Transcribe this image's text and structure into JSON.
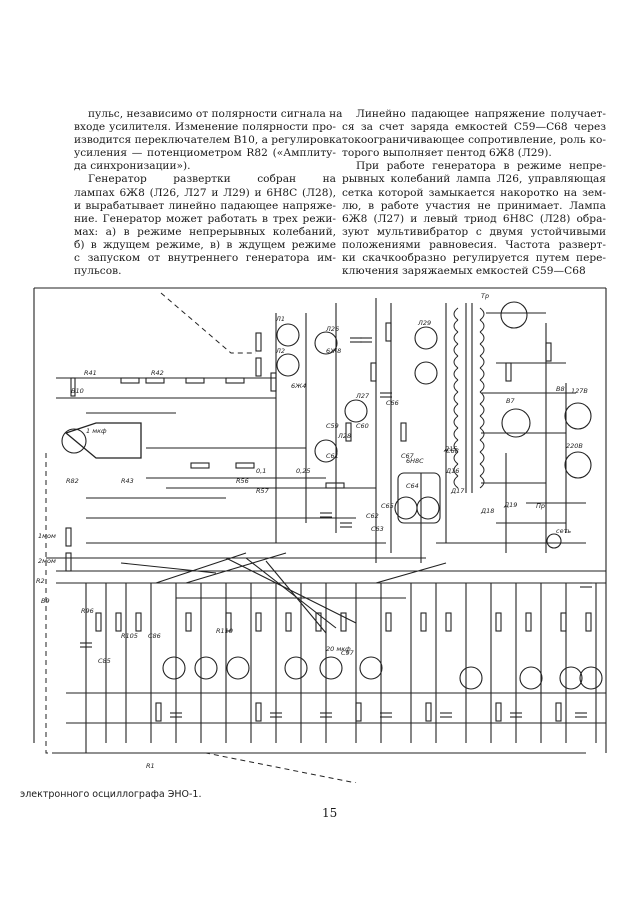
{
  "left_column": {
    "lines": [
      "пульс, независимо от полярности сигнала на",
      "входе усилителя. Изменение полярности про-",
      "изводится переключателем В10, а регулировка",
      "усиления — потенциометром   R82   («Амплиту-",
      "да синхронизации»).",
      "Генератор  развертки  собран  на",
      "лампах 6Ж8 (Л26, Л27 и Л29) и 6Н8С (Л28),",
      "и вырабатывает линейно падающее напряже-",
      "ние. Генератор может работать в трех режи-",
      "мах: а) в режиме непрерывных колебаний,",
      "б) в ждущем режиме, в) в ждущем режиме",
      "с запуском от внутреннего генератора им-",
      "пульсов."
    ]
  },
  "right_column": {
    "lines": [
      "Линейно падающее напряжение получает-",
      "ся за счет заряда емкостей С59—С68 через",
      "токоограничивающее сопротивление, роль ко-",
      "торого выполняет пентод 6Ж8 (Л29).",
      "При работе генератора в режиме непре-",
      "рывных колебаний лампа Л26, управляющая",
      "сетка которой замыкается накоротко на зем-",
      "лю, в работе участия не принимает.  Лампа",
      "6Ж8 (Л27) и левый триод 6Н8С (Л28) обра-",
      "зуют мультивибратор с двумя устойчивыми",
      "положениями равновесия.  Частота  разверт-",
      "ки скачкообразно регулируется путем пере-",
      "ключения заряжаемых емкостей С59—С68"
    ]
  },
  "schematic": {
    "labels": [
      "Л1",
      "Л2",
      "Л26",
      "Л27",
      "Л28",
      "Л29",
      "R1",
      "R2",
      "R41",
      "R42",
      "R43",
      "R56",
      "R57",
      "R82",
      "R96",
      "R105",
      "R110",
      "С59",
      "С60",
      "С61",
      "С62",
      "С63",
      "С64",
      "С65",
      "С66",
      "С67",
      "С68",
      "С85",
      "С86",
      "С97",
      "Д15",
      "Д16",
      "Д17",
      "Д18",
      "Д19",
      "В7",
      "В8",
      "В9",
      "В10",
      "Тр",
      "Пр",
      "127В",
      "220В",
      "6Ж8",
      "6Н8С",
      "6Ж4",
      "1мом",
      "2мом",
      "0,1",
      "0,25",
      "1 мкф",
      "20 мкф",
      "сеть"
    ]
  },
  "caption": "электронного осциллографа ЭНО-1.",
  "page_number": "15"
}
